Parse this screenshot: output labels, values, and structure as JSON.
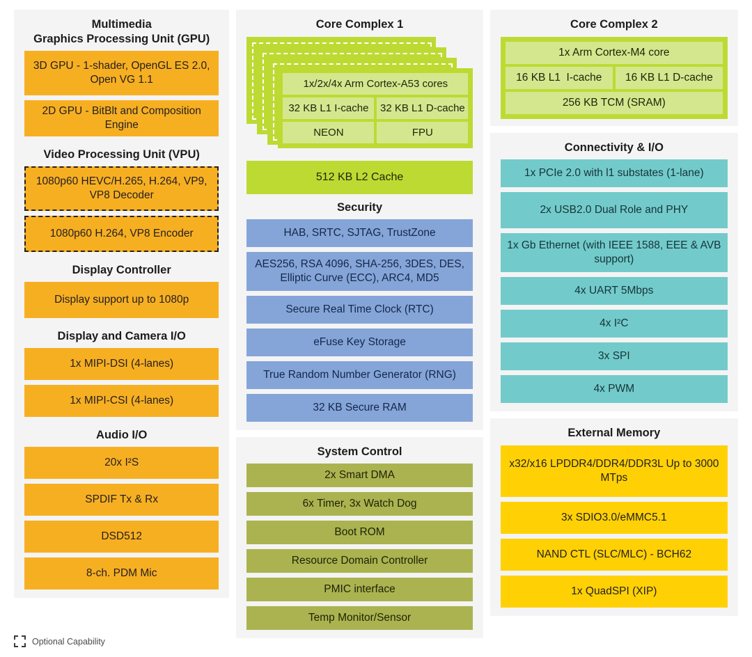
{
  "colors": {
    "orange": "#f7af22",
    "yellow": "#ffd105",
    "teal": "#72cbca",
    "blue": "#85a5d8",
    "olive": "#aab34f",
    "green_bright": "#bdda33",
    "green_light": "#d4e78e",
    "panel_bg": "#f4f4f4"
  },
  "legend": {
    "label": "Optional Capability"
  },
  "left_column": {
    "multimedia": {
      "title": "Multimedia",
      "gpu_title": "Graphics Processing Unit (GPU)",
      "gpu_blocks": [
        "3D GPU - 1-shader, OpenGL ES 2.0, Open VG 1.1",
        "2D GPU - BitBlt and Composition Engine"
      ],
      "vpu_title": "Video Processing Unit (VPU)",
      "vpu_blocks": [
        "1080p60 HEVC/H.265, H.264, VP9, VP8 Decoder",
        "1080p60 H.264, VP8 Encoder"
      ],
      "display_controller_title": "Display Controller",
      "display_controller_blocks": [
        "Display support up to 1080p"
      ],
      "display_camera_title": "Display and Camera I/O",
      "display_camera_blocks": [
        "1x MIPI-DSI (4-lanes)",
        "1x MIPI-CSI (4-lanes)"
      ],
      "audio_title": "Audio I/O",
      "audio_blocks": [
        "20x I²S",
        "SPDIF Tx & Rx",
        "DSD512",
        "8-ch. PDM Mic"
      ]
    }
  },
  "middle_column": {
    "core_complex_1": {
      "title": "Core Complex 1",
      "core_card": {
        "cores": "1x/2x/4x Arm Cortex-A53 cores",
        "l1_icache": "32 KB L1 I-cache",
        "l1_dcache": "32 KB L1 D-cache",
        "neon": "NEON",
        "fpu": "FPU"
      },
      "l2_cache": "512 KB L2 Cache"
    },
    "security": {
      "title": "Security",
      "blocks": [
        "HAB, SRTC, SJTAG, TrustZone",
        "AES256, RSA 4096, SHA-256, 3DES, DES, Elliptic Curve (ECC), ARC4, MD5",
        "Secure Real Time Clock (RTC)",
        "eFuse Key Storage",
        "True Random Number Generator (RNG)",
        "32 KB Secure RAM"
      ]
    },
    "system_control": {
      "title": "System Control",
      "blocks": [
        "2x Smart DMA",
        "6x Timer, 3x Watch Dog",
        "Boot ROM",
        "Resource Domain Controller",
        "PMIC interface",
        "Temp Monitor/Sensor"
      ]
    }
  },
  "right_column": {
    "core_complex_2": {
      "title": "Core Complex 2",
      "core_card": {
        "core": "1x Arm Cortex-M4 core",
        "l1_icache": "16 KB L1  I-cache",
        "l1_dcache": "16 KB L1 D-cache",
        "tcm": "256 KB TCM (SRAM)"
      }
    },
    "connectivity": {
      "title": "Connectivity & I/O",
      "blocks": [
        "1x PCIe 2.0 with l1 substates (1-lane)",
        "2x USB2.0 Dual Role and PHY",
        "1x Gb Ethernet (with IEEE 1588, EEE & AVB support)",
        "4x UART 5Mbps",
        "4x I²C",
        "3x SPI",
        "4x PWM"
      ]
    },
    "external_memory": {
      "title": "External Memory",
      "blocks": [
        "x32/x16 LPDDR4/DDR4/DDR3L Up to 3000 MTps",
        "3x SDIO3.0/eMMC5.1",
        "NAND CTL (SLC/MLC) - BCH62",
        "1x QuadSPI (XIP)"
      ]
    }
  }
}
